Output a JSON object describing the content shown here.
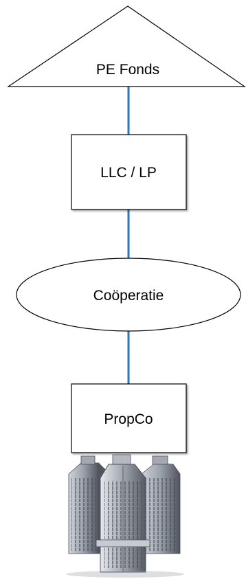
{
  "diagram": {
    "nodes": {
      "pe_fonds": {
        "label": "PE Fonds",
        "shape": "triangle"
      },
      "llc_lp": {
        "label": "LLC / LP",
        "shape": "rectangle"
      },
      "cooperatie": {
        "label": "Coöperatie",
        "shape": "ellipse"
      },
      "propco": {
        "label": "PropCo",
        "shape": "rectangle"
      }
    },
    "connectors": [
      {
        "from": "pe_fonds",
        "to": "llc_lp"
      },
      {
        "from": "llc_lp",
        "to": "cooperatie"
      },
      {
        "from": "cooperatie",
        "to": "propco"
      }
    ],
    "illustration": {
      "icon": "office-buildings-icon"
    },
    "colors": {
      "connector": "#2e75b6",
      "outline": "#000000",
      "node_fill": "#ffffff",
      "building_dark": "#5f646e",
      "building_light": "#b9bec8"
    }
  }
}
